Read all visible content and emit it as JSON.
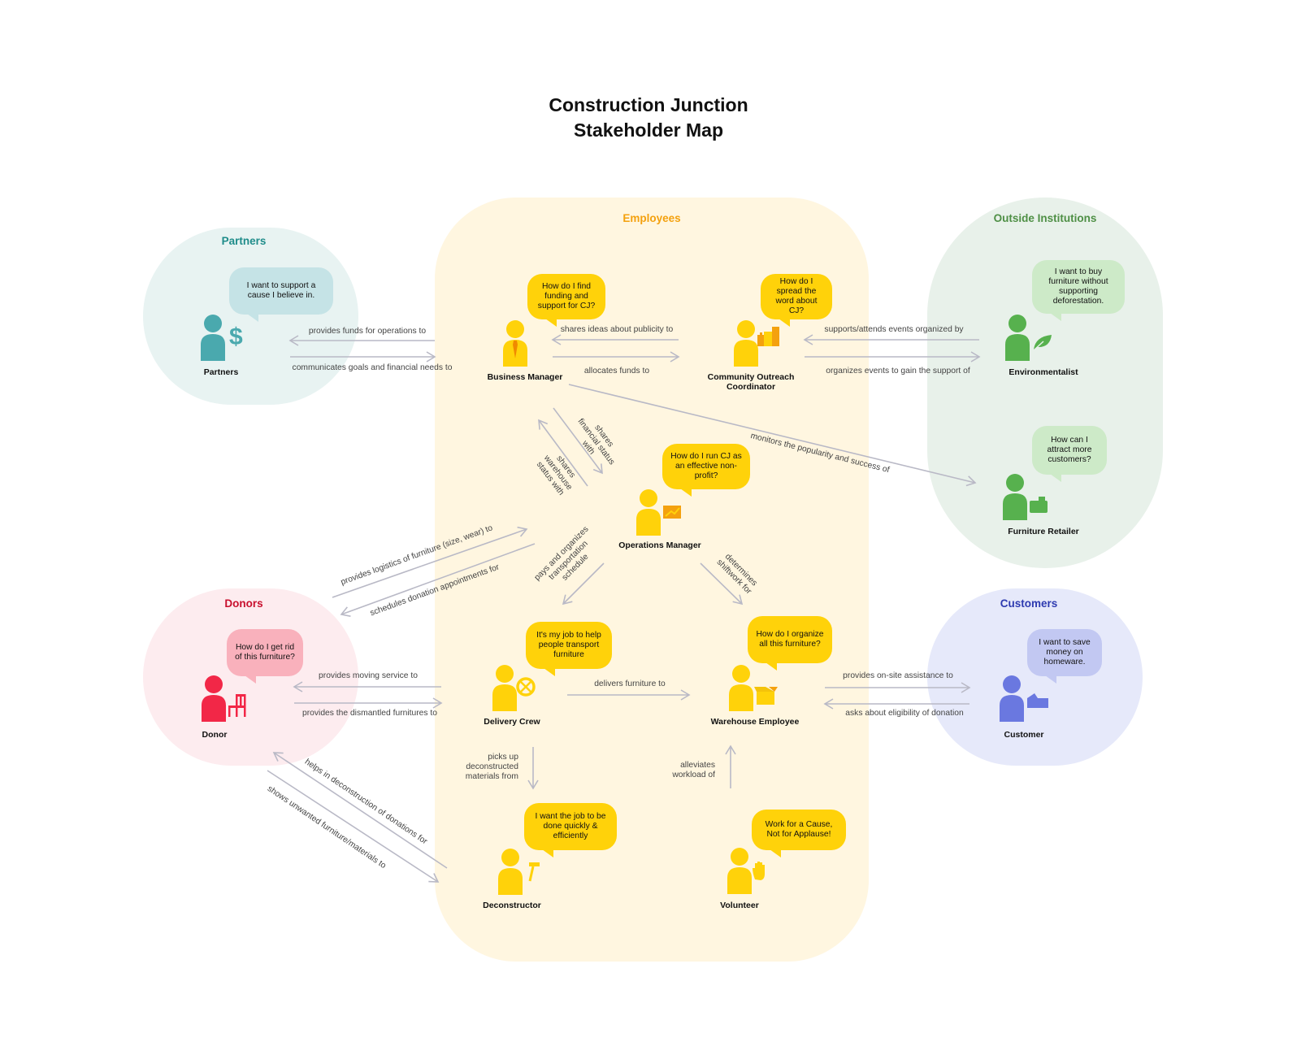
{
  "title": {
    "line1": "Construction Junction",
    "line2": "Stakeholder Map"
  },
  "colors": {
    "employees_zone": "#FFF6E0",
    "partners_zone": "#E8F3F2",
    "outside_zone": "#E8F1EA",
    "donors_zone": "#FDECEF",
    "customers_zone": "#E6E9FA",
    "employees_label": "#F4A10E",
    "partners_label": "#1F8C8A",
    "outside_label": "#4E8F45",
    "donors_label": "#C8102E",
    "customers_label": "#2D3AB0",
    "employee_figure": "#FFD20A",
    "partner_figure": "#4AA9AE",
    "outside_figure": "#57B14E",
    "donor_figure": "#F22747",
    "customer_figure": "#6A78E0",
    "arrow": "#B9B9C6"
  },
  "zones": {
    "employees": "Employees",
    "partners": "Partners",
    "outside": "Outside Institutions",
    "donors": "Donors",
    "customers": "Customers"
  },
  "stakeholders": {
    "partners": {
      "name": "Partners",
      "quote": "I want to support a cause I believe in.",
      "icon": "dollar-icon"
    },
    "business_manager": {
      "name": "Business Manager",
      "quote": "How do I find funding and support for CJ?",
      "icon": "tie-icon"
    },
    "outreach": {
      "name": "Community Outreach Coordinator",
      "quote": "How do I spread the word about CJ?",
      "icon": "buildings-icon"
    },
    "environmentalist": {
      "name": "Environmentalist",
      "quote": "I want to buy furniture without supporting deforestation.",
      "icon": "leaf-icon"
    },
    "retailer": {
      "name": "Furniture Retailer",
      "quote": "How can I attract more customers?",
      "icon": "cash-register-icon"
    },
    "ops_manager": {
      "name": "Operations Manager",
      "quote": "How do I run CJ as an effective non-profit?",
      "icon": "growth-chart-icon"
    },
    "donor": {
      "name": "Donor",
      "quote": "How do I get rid of this furniture?",
      "icon": "chair-icon"
    },
    "delivery": {
      "name": "Delivery Crew",
      "quote": "It's my job to help people transport furniture",
      "icon": "wheel-icon"
    },
    "warehouse": {
      "name": "Warehouse Employee",
      "quote": "How do I organize all this furniture?",
      "icon": "box-icon"
    },
    "customer": {
      "name": "Customer",
      "quote": "I want to save money on homeware.",
      "icon": "hand-money-icon"
    },
    "deconstructor": {
      "name": "Deconstructor",
      "quote": "I want the job to be done quickly & efficiently",
      "icon": "hammer-icon"
    },
    "volunteer": {
      "name": "Volunteer",
      "quote": "Work for a Cause, Not for Applause!",
      "icon": "raised-hand-icon"
    }
  },
  "relations": {
    "r1": "provides funds for operations to",
    "r2": "communicates goals and financial needs to",
    "r3": "shares ideas about publicity to",
    "r4": "allocates funds to",
    "r5": "supports/attends events organized by",
    "r6": "organizes events to gain the support of",
    "r7": "monitors the popularity and success of",
    "r8": "shares financial status with",
    "r9": "shares warehouse status with",
    "r10": "provides logistics of furniture (size, wear) to",
    "r11": "schedules donation appointments for",
    "r12": "pays and organizes transportation schedule",
    "r13": "determines shiftwork for",
    "r14": "provides moving service to",
    "r15": "provides the dismantled furnitures to",
    "r16": "delivers furniture to",
    "r17": "provides on-site assistance to",
    "r18": "asks about eligibility of donation",
    "r19": "picks up deconstructed materials from",
    "r20": "alleviates workload of",
    "r21": "helps in deconstruction of donations for",
    "r22": "shows unwanted furniture/materials to"
  }
}
